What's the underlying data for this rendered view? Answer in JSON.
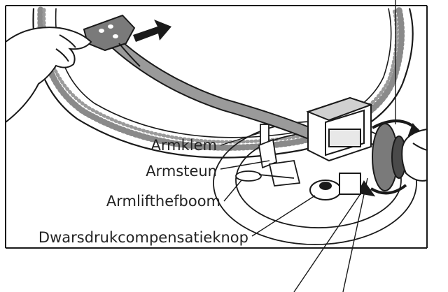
{
  "labels": {
    "arm_clamp": "Armklem",
    "arm_rest": "Armsteun",
    "arm_lift_lever": "Armlifthefboom",
    "anti_skate_knob": "Dwarsdrukcompensatieknop"
  },
  "colors": {
    "line": "#1a1a1a",
    "tonearm_gray": "#9a9a9a",
    "dark_gray": "#6a6a6a",
    "hand_fill": "#ffffff",
    "dots": "#8a8a8a"
  }
}
